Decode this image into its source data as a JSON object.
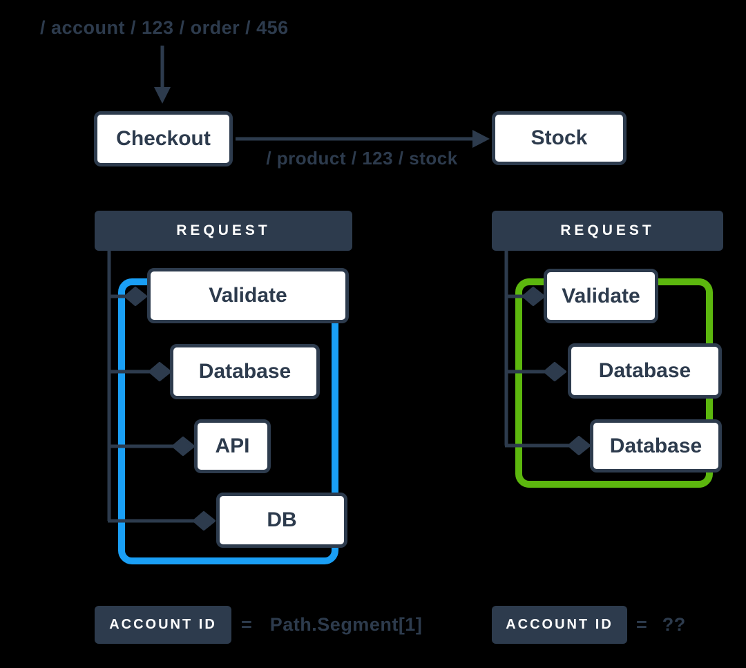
{
  "colors": {
    "bg": "#000000",
    "slate": "#2d3b4d",
    "node_fill": "#ffffff",
    "blue": "#1a9ff5",
    "green": "#5cb70e",
    "label_text": "#ffffff"
  },
  "incoming": {
    "path": "/ account / 123 / order / 456"
  },
  "services": {
    "checkout": "Checkout",
    "stock": "Stock",
    "request_path": "/ product / 123 / stock"
  },
  "left_panel": {
    "header": "REQUEST",
    "accent": "#1a9ff5",
    "steps": [
      "Validate",
      "Database",
      "API",
      "DB"
    ]
  },
  "right_panel": {
    "header": "REQUEST",
    "accent": "#5cb70e",
    "steps": [
      "Validate",
      "Database",
      "Database"
    ]
  },
  "footer": {
    "left": {
      "badge": "ACCOUNT ID",
      "equals": "=",
      "value": "Path.Segment[1]"
    },
    "right": {
      "badge": "ACCOUNT ID",
      "equals": "=",
      "value": "??"
    }
  }
}
